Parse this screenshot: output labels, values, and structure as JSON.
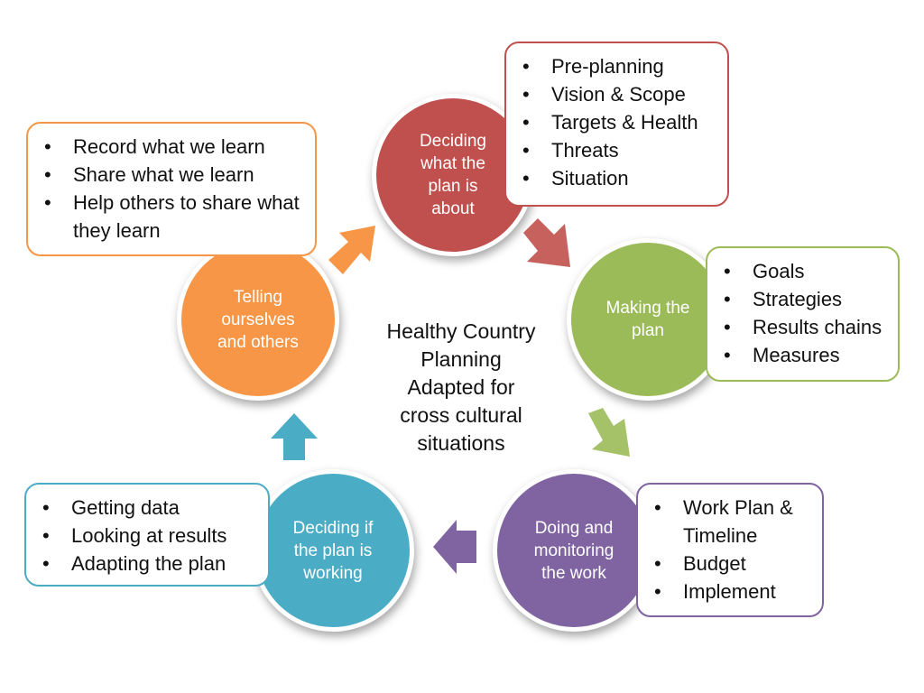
{
  "center_title": "Healthy Country\nPlanning\nAdapted for\ncross cultural\nsituations",
  "colors": {
    "deciding_about": "#c0504d",
    "making": "#9bbb59",
    "doing": "#8064a2",
    "deciding_working": "#4bacc6",
    "telling": "#f79646"
  },
  "circles": {
    "deciding_about": "Deciding\nwhat the\nplan is\nabout",
    "making": "Making the\nplan",
    "doing": "Doing and\nmonitoring\nthe work",
    "deciding_working": "Deciding if\nthe plan is\nworking",
    "telling": "Telling\nourselves\nand others"
  },
  "boxes": {
    "deciding_about": [
      "Pre-planning",
      "Vision & Scope",
      "Targets & Health",
      "Threats",
      "Situation"
    ],
    "making": [
      "Goals",
      "Strategies",
      "Results chains",
      "Measures"
    ],
    "doing": [
      "Work Plan & Timeline",
      "Budget",
      "Implement"
    ],
    "deciding_working": [
      "Getting data",
      "Looking at results",
      "Adapting the plan"
    ],
    "telling": [
      "Record what we learn",
      "Share what we learn",
      "Help others to share what they learn"
    ]
  }
}
